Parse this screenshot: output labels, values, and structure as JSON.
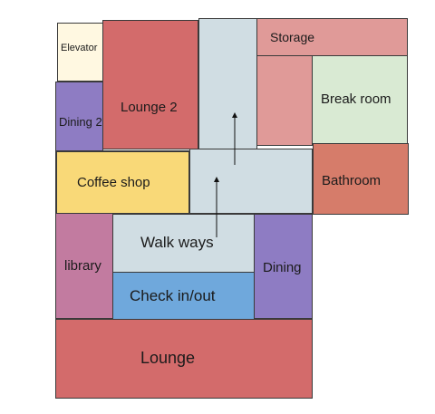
{
  "floor_plan": {
    "rooms": {
      "elevator": {
        "label": "Elevator",
        "color": "#fff8e1"
      },
      "dining2": {
        "label": "Dining 2",
        "color": "#8e7cc3"
      },
      "lounge2": {
        "label": "Lounge 2",
        "color": "#d36b6b"
      },
      "walkway_top": {
        "label": "",
        "color": "#d0dde3"
      },
      "storage": {
        "label": "Storage",
        "color": "#e09a98"
      },
      "breakroom": {
        "label": "Break room",
        "color": "#d9ead3"
      },
      "coffee": {
        "label": "Coffee shop",
        "color": "#f9d978"
      },
      "walkway_mid": {
        "label": "",
        "color": "#d0dde3"
      },
      "bathroom": {
        "label": "Bathroom",
        "color": "#d67c6a"
      },
      "library": {
        "label": "library",
        "color": "#c27ba0"
      },
      "walkways": {
        "label": "Walk ways",
        "color": "#d0dde3"
      },
      "dining": {
        "label": "Dining",
        "color": "#8e7cc3"
      },
      "checkin": {
        "label": "Check in/out",
        "color": "#6fa8dc"
      },
      "lounge": {
        "label": "Lounge",
        "color": "#d36b6b"
      }
    }
  }
}
